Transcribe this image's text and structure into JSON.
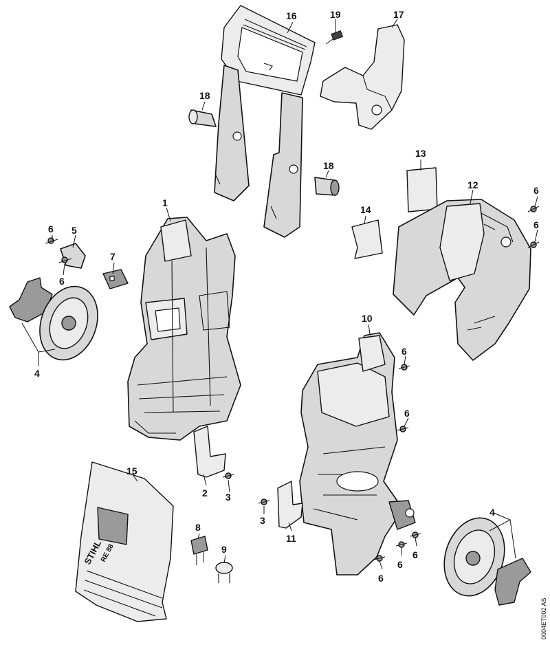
{
  "diagram": {
    "image_code": "0004ET002 AS",
    "brand_lettering": "STIHL",
    "model_lettering": "RE 88",
    "part_labels": [
      "1",
      "2",
      "3",
      "3",
      "4",
      "4",
      "5",
      "6",
      "6",
      "6",
      "6",
      "6",
      "6",
      "6",
      "6",
      "6",
      "7",
      "8",
      "9",
      "10",
      "11",
      "12",
      "13",
      "14",
      "15",
      "16",
      "17",
      "18",
      "18",
      "19"
    ]
  }
}
